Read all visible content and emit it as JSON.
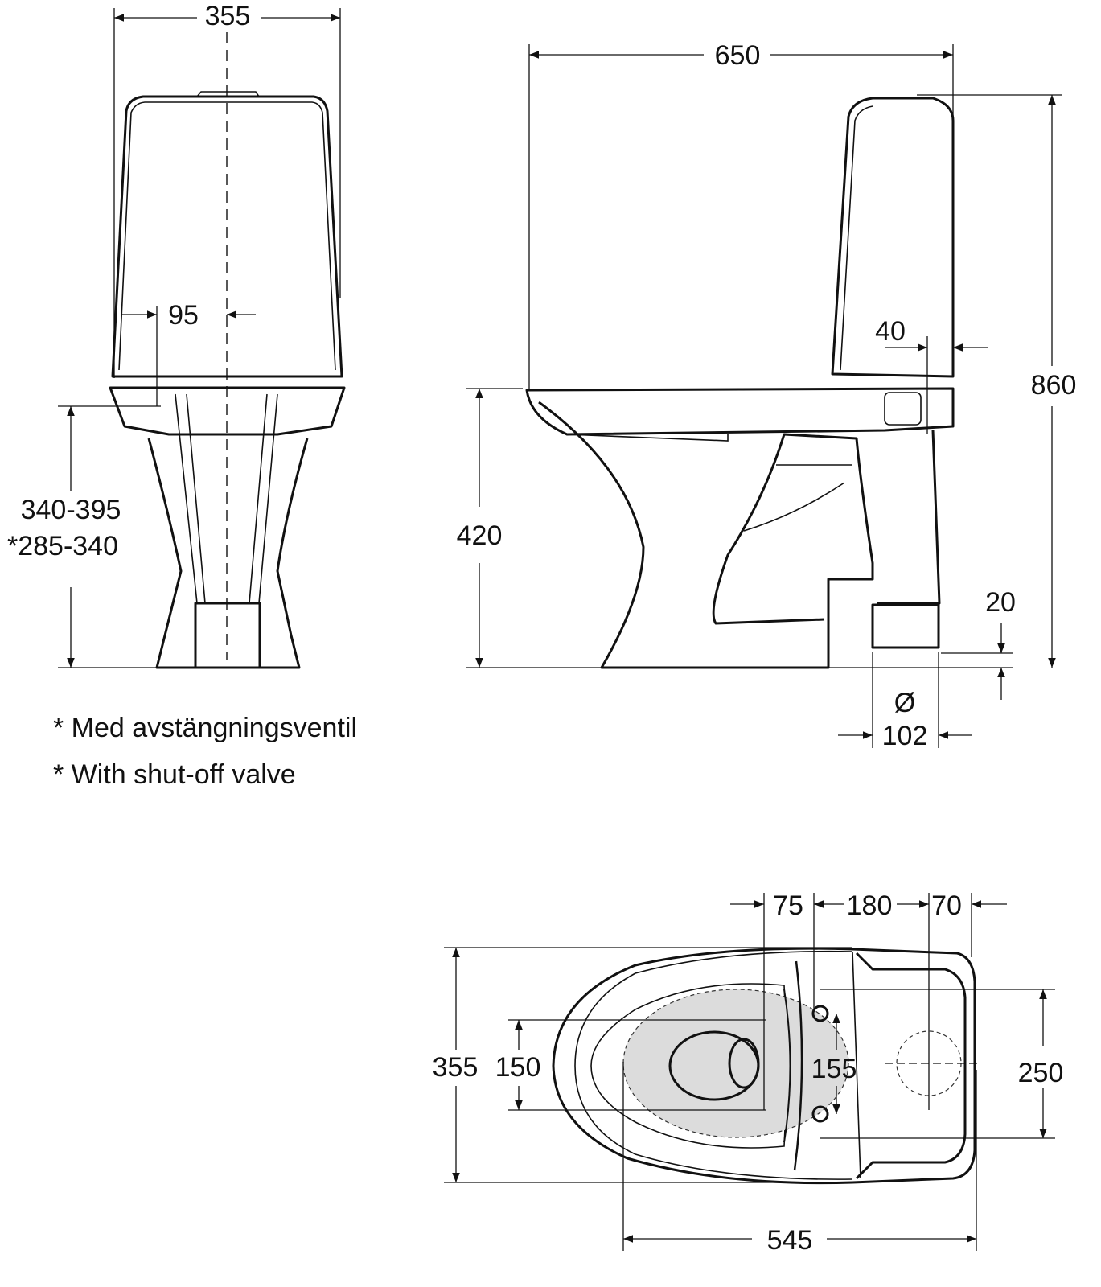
{
  "front_view": {
    "width": "355",
    "outlet_offset": "95",
    "inlet_height": "340-395",
    "inlet_height_valve": "*285-340"
  },
  "side_view": {
    "depth": "650",
    "inlet_offset": "40",
    "total_height": "860",
    "seat_height": "420",
    "outlet_height": "20",
    "outlet_diameter_symbol": "Ø",
    "outlet_diameter": "102"
  },
  "notes": [
    "* Med avstängningsventil",
    "* With shut-off valve"
  ],
  "top_view": {
    "dim_75": "75",
    "dim_180": "180",
    "dim_70": "70",
    "width": "355",
    "seat_bolts": "150",
    "fixing_holes": "155",
    "tank_width": "250",
    "length": "545"
  }
}
